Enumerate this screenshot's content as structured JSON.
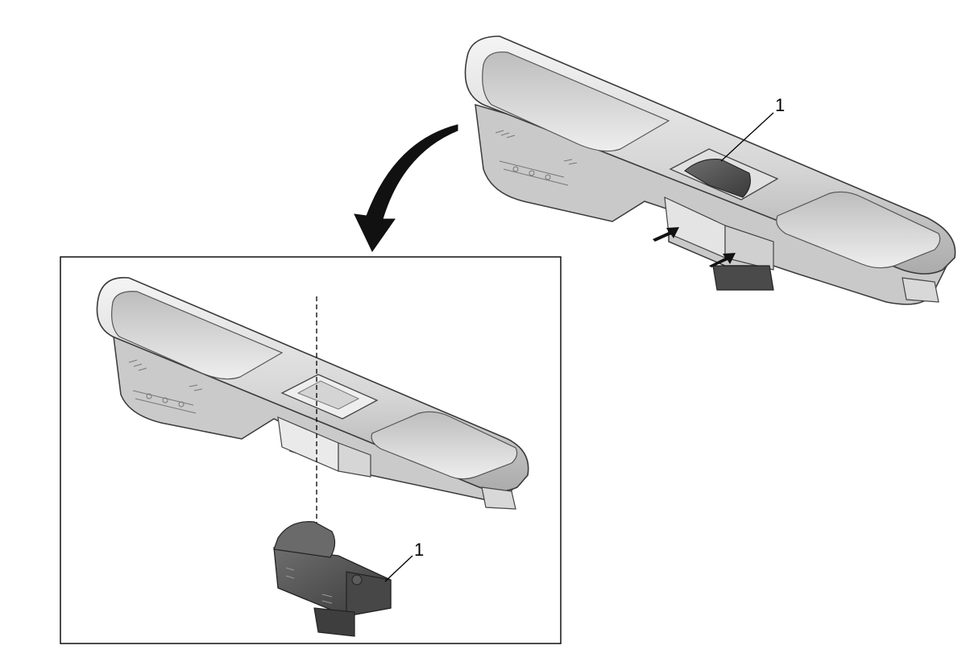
{
  "diagram": {
    "callouts": {
      "top": "1",
      "detail": "1"
    },
    "colors": {
      "bezel_light": "#f2f2f2",
      "bezel_mid": "#cfcfcf",
      "bezel_shade": "#a9a9a9",
      "outline": "#3a3a3a",
      "switch_dark": "#5a5a5a",
      "switch_darker": "#3c3c3c",
      "arrow": "#111111"
    },
    "icons": [
      "curved-arrow-icon",
      "release-tab-arrow-icon",
      "dashed-alignment-line"
    ]
  }
}
